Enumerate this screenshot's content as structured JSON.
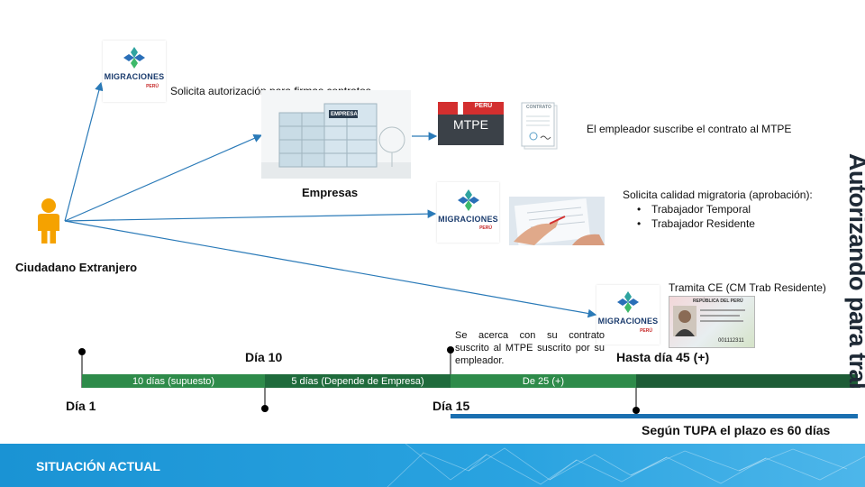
{
  "logos": {
    "migraciones": "MIGRACIONES",
    "peru": "PERÚ",
    "mtpe": "MTPE",
    "mtpe_top": "PERÚ"
  },
  "steps": {
    "step1": "Solicita autorización  para firmas contratos",
    "empresas": "Empresas",
    "step2": "El empleador  suscribe el contrato  al MTPE",
    "step3": "Solicita calidad migratoria  (aprobación):",
    "step3_items": [
      "Trabajador  Temporal",
      "Trabajador  Residente"
    ],
    "step4": "Tramita CE (CM Trab Residente)",
    "note": "Se acerca con su contrato suscrito al MTPE suscrito por su empleador."
  },
  "actor": {
    "label": "Ciudadano Extranjero"
  },
  "document_label": "CONTRATO",
  "id_card": {
    "header": "REPÚBLICA DEL PERÚ",
    "number": "001112311"
  },
  "building_sign": "EMPRESA",
  "timeline": {
    "dia1": "Día 1",
    "dia10": "Día 10",
    "dia15": "Día 15",
    "hasta45": "Hasta día 45 (+)",
    "seg1": "10 días (supuesto)",
    "seg2": "5 días (Depende de Empresa)",
    "seg3": "De 25 (+)",
    "tupa": "Según TUPA el plazo es 60 días"
  },
  "vertical_text": "Autorizando para trabajar",
  "footer": {
    "title": "SITUACIÓN ACTUAL"
  },
  "colors": {
    "green": "#2e8b4a",
    "dark_green": "#1d5c36",
    "blue_line": "#1a6fb0",
    "arrow": "#2a7ab8",
    "footer": "#1a93d4"
  }
}
